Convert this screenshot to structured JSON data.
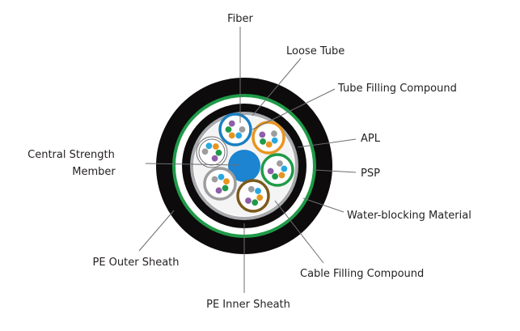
{
  "labels": {
    "fiber": "Fiber",
    "loose_tube": "Loose Tube",
    "tube_filling": "Tube Filling Compound",
    "apl": "APL",
    "psp": "PSP",
    "water_blocking": "Water-blocking Material",
    "cable_filling": "Cable Filling Compound",
    "pe_inner": "PE Inner Sheath",
    "pe_outer": "PE Outer Sheath",
    "csm_line1": "Central Strength",
    "csm_line2": "Member"
  },
  "colors": {
    "outer_sheath": "#0d0b0c",
    "psp": "#1f9a48",
    "apl": "#a7a9ac",
    "strength_member": "#1c84d0",
    "tubes": [
      "#1a7fc1",
      "#e8951f",
      "#1f9a48",
      "#7a5a1c",
      "#9d9d9d",
      "#ffffff"
    ],
    "fibers": [
      "#9d9d9d",
      "#29a8e0",
      "#e8951f",
      "#1f9a48",
      "#8e5ea8",
      "#ffffff"
    ]
  }
}
